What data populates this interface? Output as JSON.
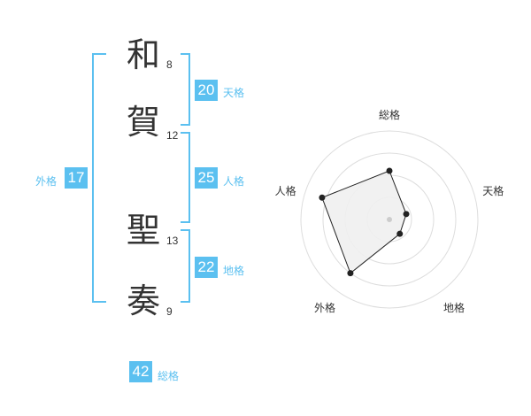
{
  "name": {
    "chars": [
      {
        "char": "和",
        "strokes": "8"
      },
      {
        "char": "賀",
        "strokes": "12"
      },
      {
        "char": "聖",
        "strokes": "13"
      },
      {
        "char": "奏",
        "strokes": "9"
      }
    ]
  },
  "kaku": {
    "ten": {
      "value": "20",
      "label": "天格"
    },
    "jin": {
      "value": "25",
      "label": "人格"
    },
    "chi": {
      "value": "22",
      "label": "地格"
    },
    "gai": {
      "value": "17",
      "label": "外格"
    },
    "sou": {
      "value": "42",
      "label": "総格"
    }
  },
  "colors": {
    "accent": "#5bc0f0",
    "text": "#333333",
    "radar_fill": "#efefef",
    "ring": "#dddddd"
  },
  "chart_data": {
    "type": "radar",
    "axes": [
      "総格",
      "天格",
      "地格",
      "外格",
      "人格"
    ],
    "values": [
      0.55,
      0.2,
      0.2,
      0.75,
      0.8
    ],
    "max": 1
  }
}
